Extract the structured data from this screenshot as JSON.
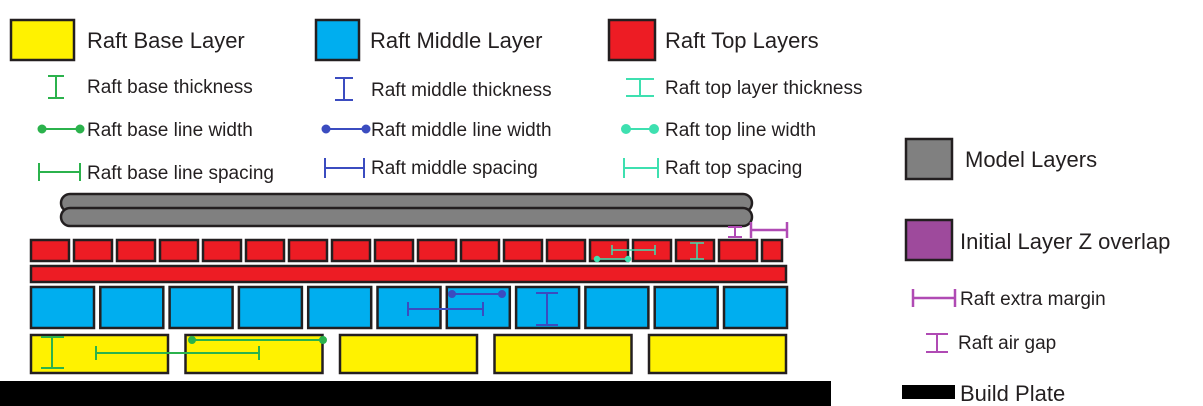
{
  "legend": {
    "raft_base_layer": "Raft Base Layer",
    "raft_middle_layer": "Raft Middle Layer",
    "raft_top_layers": "Raft Top Layers",
    "raft_base_thickness": "Raft base thickness",
    "raft_middle_thickness": "Raft middle thickness",
    "raft_top_layer_thickness": "Raft top layer thickness",
    "raft_base_line_width": "Raft base line width",
    "raft_middle_line_width": "Raft middle line width",
    "raft_top_line_width": "Raft top line width",
    "raft_base_line_spacing": "Raft base line spacing",
    "raft_middle_spacing": "Raft middle spacing",
    "raft_top_spacing": "Raft top spacing",
    "model_layers": "Model Layers",
    "initial_layer_z_overlap": "Initial Layer Z overlap",
    "raft_extra_margin": "Raft extra margin",
    "raft_air_gap": "Raft air gap",
    "build_plate": "Build Plate"
  },
  "colors": {
    "base_yellow": "#fff200",
    "middle_blue": "#00aeef",
    "top_red": "#ed1c24",
    "model_gray": "#808080",
    "overlap_purple": "#9e4a9c",
    "base_green": "#2bb24c",
    "middle_indigo": "#3b4cc0",
    "top_teal": "#3ee0b0",
    "margin_magenta": "#b04ab4",
    "outline": "#231f20",
    "build_plate": "#000000"
  },
  "icons": {
    "thickness": "i-beam-icon",
    "line_width": "dumbbell-icon",
    "spacing": "bracket-line-icon",
    "swatch": "color-square-icon"
  }
}
